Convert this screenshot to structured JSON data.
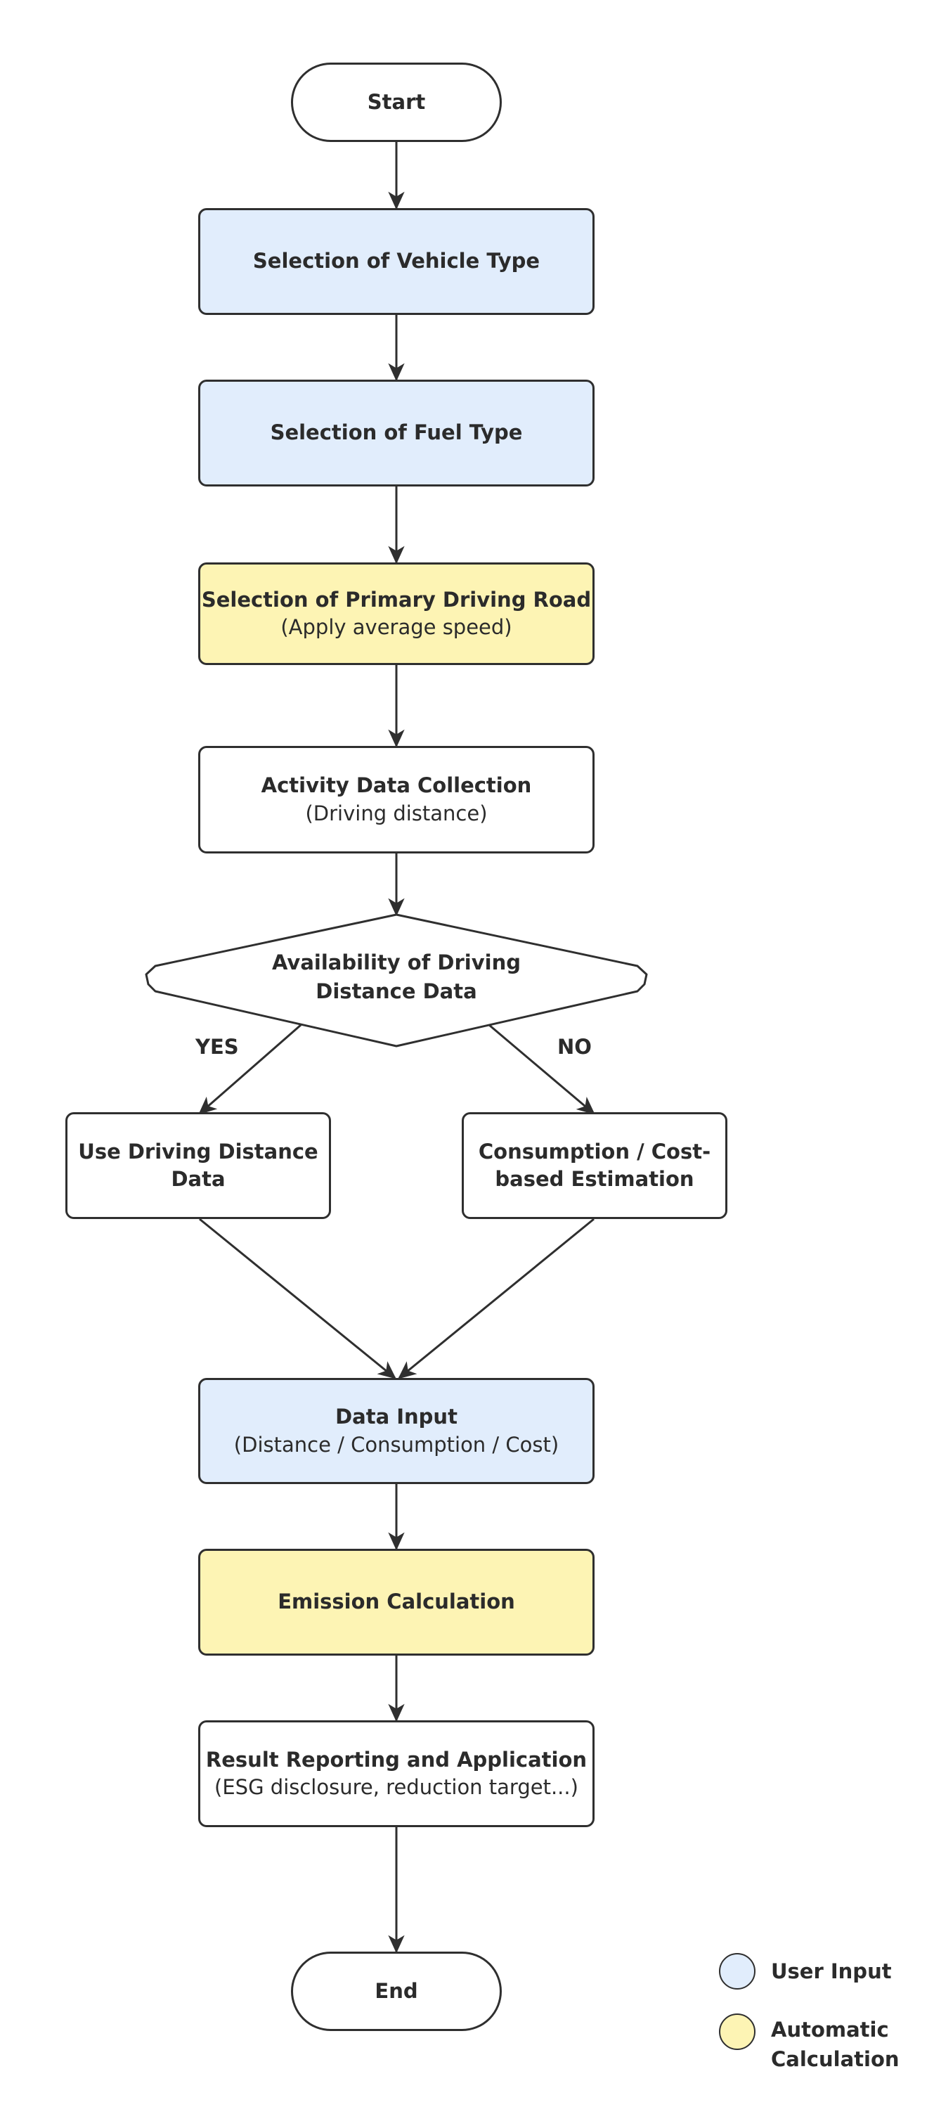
{
  "nodes": {
    "start": {
      "label": "Start"
    },
    "vehicle_type": {
      "label": "Selection of Vehicle Type"
    },
    "fuel_type": {
      "label": "Selection of Fuel Type"
    },
    "driving_road": {
      "label": "Selection of Primary Driving Road",
      "sublabel": "(Apply average speed)"
    },
    "activity_data": {
      "label": "Activity Data Collection",
      "sublabel": "(Driving distance)"
    },
    "decision": {
      "line1": "Availability of Driving",
      "line2": "Distance Data"
    },
    "use_distance": {
      "line1": "Use Driving Distance",
      "line2": "Data"
    },
    "consumption": {
      "line1": "Consumption / Cost-",
      "line2": "based Estimation"
    },
    "data_input": {
      "label": "Data Input",
      "sublabel": "(Distance / Consumption / Cost)"
    },
    "emission": {
      "label": "Emission Calculation"
    },
    "result": {
      "label": "Result Reporting and Application",
      "sublabel": "(ESG disclosure, reduction target...)"
    },
    "end": {
      "label": "End"
    }
  },
  "edge_labels": {
    "yes": "YES",
    "no": "NO"
  },
  "legend": {
    "user_input": {
      "label": "User Input",
      "color": "#e1edfc"
    },
    "automatic": {
      "line1": "Automatic",
      "line2": "Calculation",
      "color": "#fdf4b4"
    }
  },
  "colors": {
    "stroke": "#2f2f2f",
    "user_input": "#e1edfc",
    "automatic": "#fdf4b4",
    "process": "#ffffff"
  }
}
